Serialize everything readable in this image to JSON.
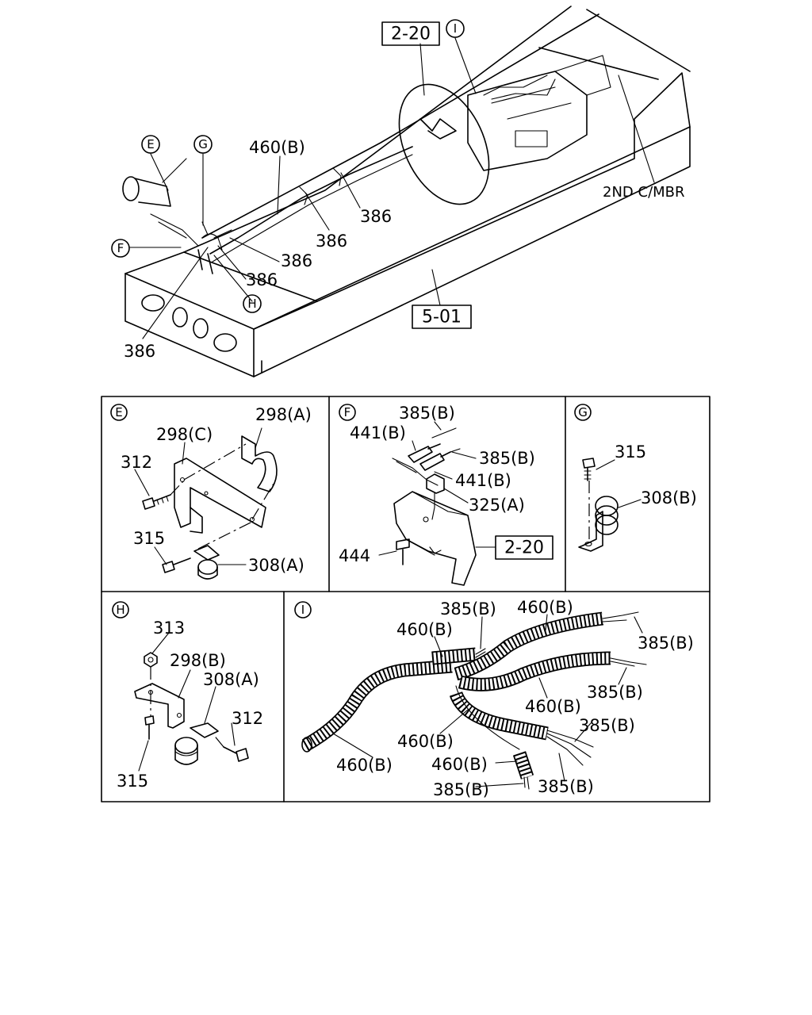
{
  "overview": {
    "callouts": {
      "E": "E",
      "G": "G",
      "F": "F",
      "H": "H",
      "I": "I"
    },
    "ref_2_20": "2-20",
    "ref_5_01": "5-01",
    "label_460B": "460(B)",
    "label_2nd_cmbr": "2ND C/MBR",
    "label_386": "386"
  },
  "panels": {
    "E": {
      "tag": "E",
      "labels": {
        "p298A": "298(A)",
        "p298C": "298(C)",
        "p312": "312",
        "p315": "315",
        "p308A": "308(A)"
      }
    },
    "F": {
      "tag": "F",
      "labels": {
        "p385B_top": "385(B)",
        "p441B_left": "441(B)",
        "p385B_right": "385(B)",
        "p441B_mid": "441(B)",
        "p325A": "325(A)",
        "p444": "444",
        "ref_2_20": "2-20"
      }
    },
    "G": {
      "tag": "G",
      "labels": {
        "p315": "315",
        "p308B": "308(B)"
      }
    },
    "H": {
      "tag": "H",
      "labels": {
        "p313": "313",
        "p298B": "298(B)",
        "p308A": "308(A)",
        "p312": "312",
        "p315": "315"
      }
    },
    "I": {
      "tag": "I",
      "labels": {
        "p385B_a": "385(B)",
        "p460B_a": "460(B)",
        "p460B_b": "460(B)",
        "p385B_b": "385(B)",
        "p385B_c": "385(B)",
        "p460B_c": "460(B)",
        "p385B_d": "385(B)",
        "p460B_d": "460(B)",
        "p460B_e": "460(B)",
        "p460B_f": "460(B)",
        "p385B_e": "385(B)",
        "p385B_f": "385(B)"
      }
    }
  }
}
